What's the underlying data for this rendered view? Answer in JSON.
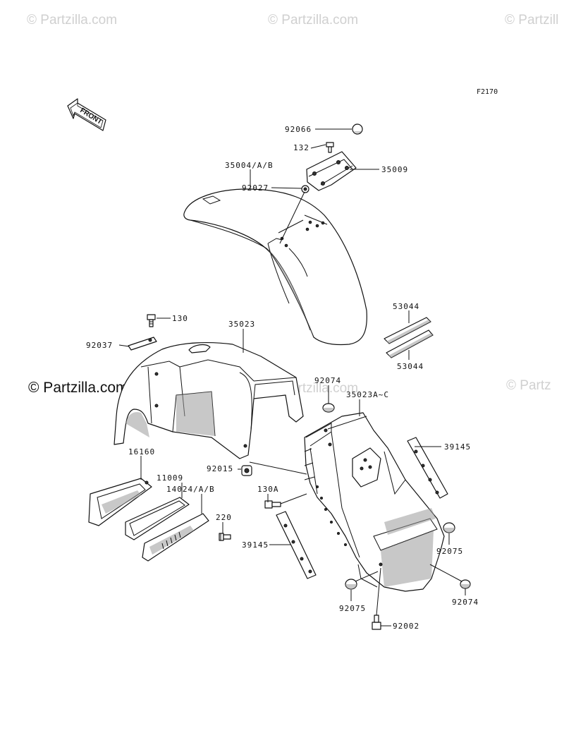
{
  "figure_code": "F2170",
  "front_label": "FRONT",
  "watermarks": {
    "top_left": "© Partzilla.com",
    "top_mid": "© Partzilla.com",
    "top_right": "© Partzill",
    "left_main": "© Partzilla.com",
    "mid": "© Partzilla.com",
    "right": "© Partz"
  },
  "callouts": {
    "p92066": "92066",
    "p132": "132",
    "p35009": "35009",
    "p35004": "35004/A/B",
    "p92027": "92027",
    "p130": "130",
    "p35023": "35023",
    "p53044_top": "53044",
    "p53044_bottom": "53044",
    "p92037": "92037",
    "p92074_top": "92074",
    "p35023AC": "35023A~C",
    "p39145_right": "39145",
    "p16160": "16160",
    "p11009": "11009",
    "p14024": "14024/A/B",
    "p92015": "92015",
    "p130A": "130A",
    "p220": "220",
    "p39145_left": "39145",
    "p92075_right": "92075",
    "p92075_bottom": "92075",
    "p92074_bottom": "92074",
    "p92002": "92002"
  }
}
